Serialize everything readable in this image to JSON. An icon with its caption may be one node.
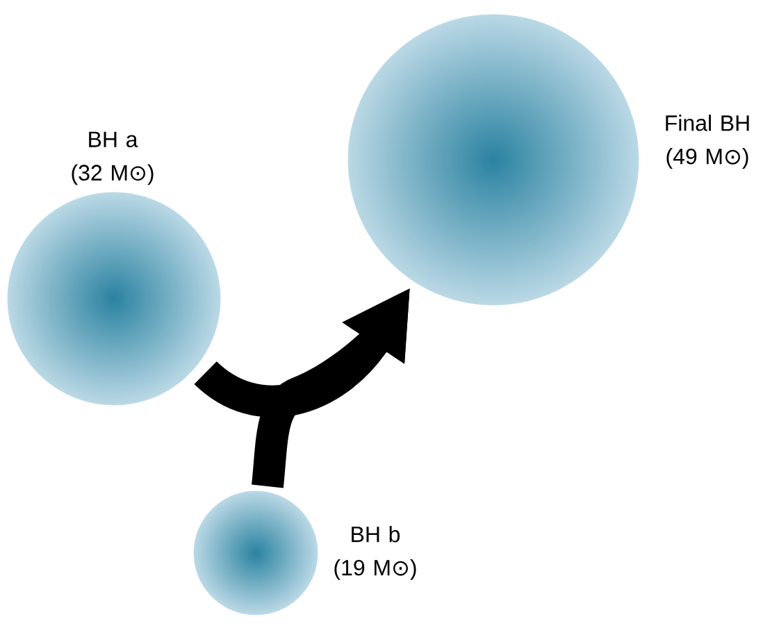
{
  "diagram": {
    "nodes": [
      {
        "text": [
          "BH a (32 M⊙)"
        ]
      },
      {
        "text": [
          "Final BH (49 M⊙)"
        ]
      },
      {
        "text": [
          "BH b (19 M⊙)"
        ]
      }
    ],
    "edges": [
      {
        "from": 0,
        "to": 1,
        "arrow": "to"
      },
      {
        "from": 2,
        "to": 1,
        "arrow": "to"
      }
    ]
  }
}
